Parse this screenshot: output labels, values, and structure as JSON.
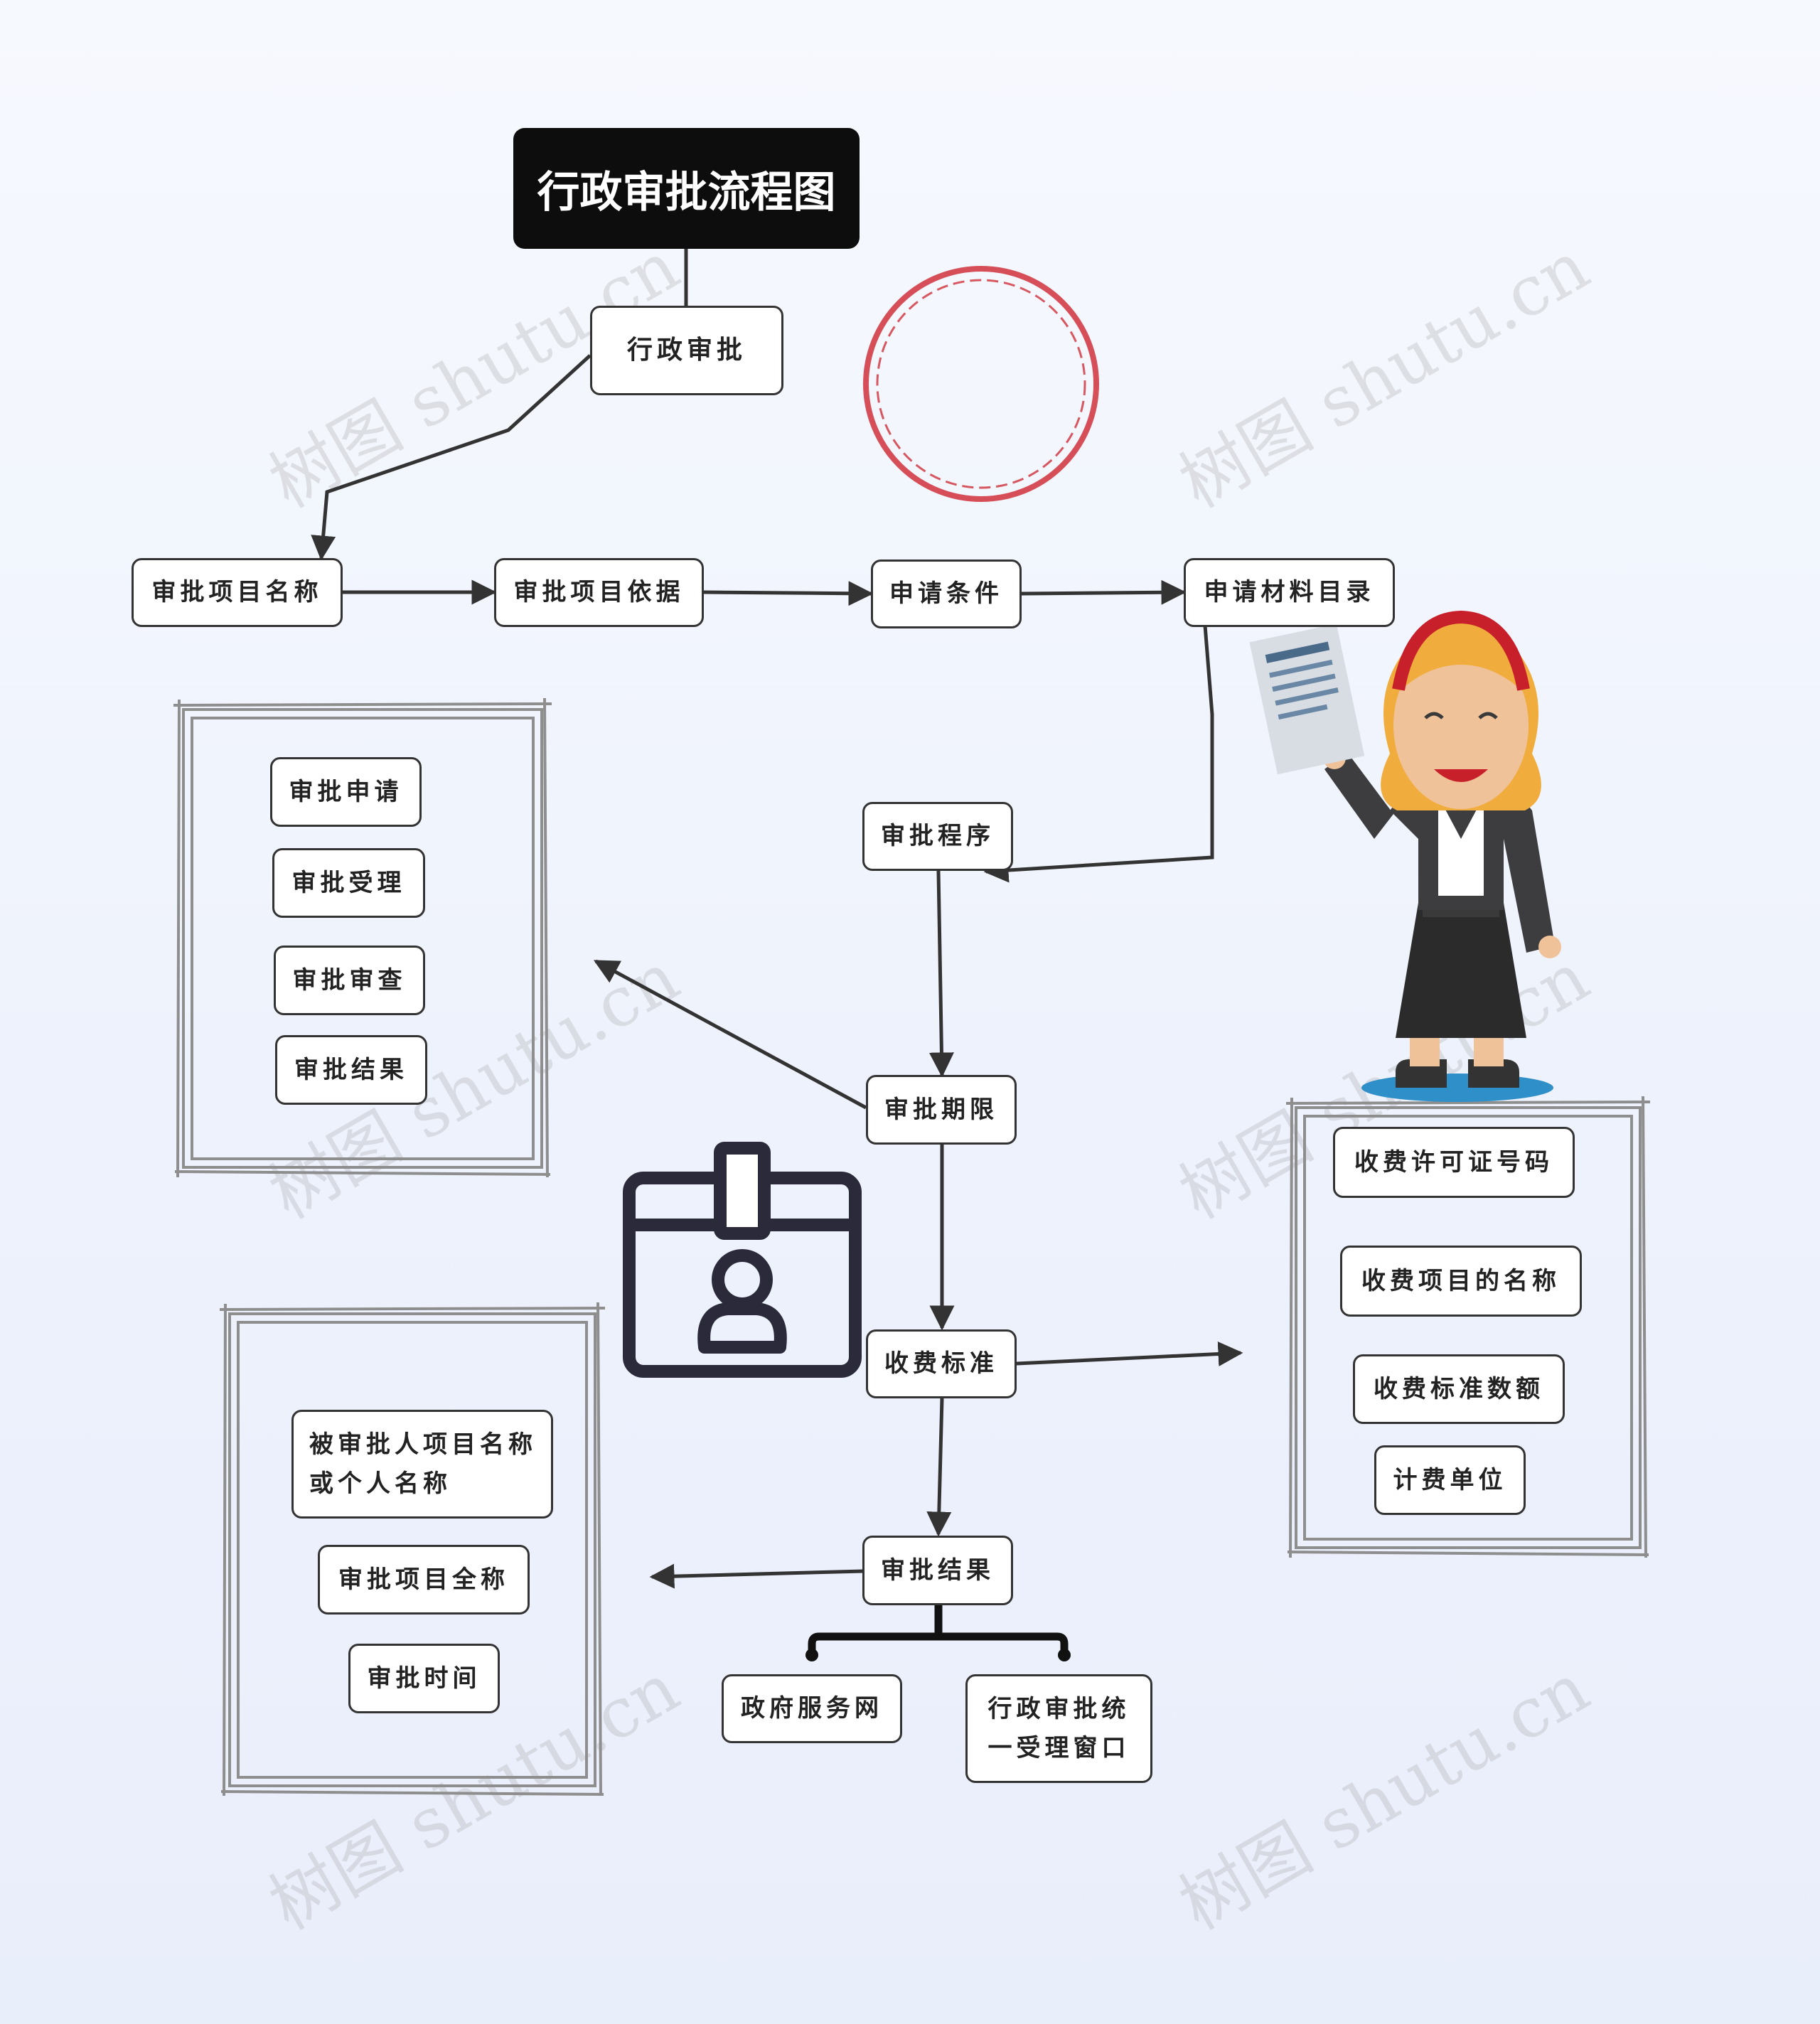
{
  "title": "行政审批流程图",
  "root": "行政审批",
  "nodes": {
    "project_name": "审批项目名称",
    "project_basis": "审批项目依据",
    "conditions": "申请条件",
    "materials": "申请材料目录",
    "procedure": "审批程序",
    "time_limit": "审批期限",
    "fee_standard": "收费标准",
    "result": "审批结果",
    "gov_service_net": "政府服务网",
    "unified_window": "行政审批统一受理窗口"
  },
  "procedure_steps": [
    "审批申请",
    "审批受理",
    "审批审查",
    "审批结果"
  ],
  "fee_items": [
    "收费许可证号码",
    "收费项目的名称",
    "收费标准数额",
    "计费单位"
  ],
  "result_items": [
    "被审批人项目名称或个人名称",
    "审批项目全称",
    "审批时间"
  ],
  "watermark": "树图 shutu.cn",
  "colors": {
    "title_bg": "#0d0d0d",
    "seal": "#d0303a",
    "icon": "#2a2a3a"
  }
}
